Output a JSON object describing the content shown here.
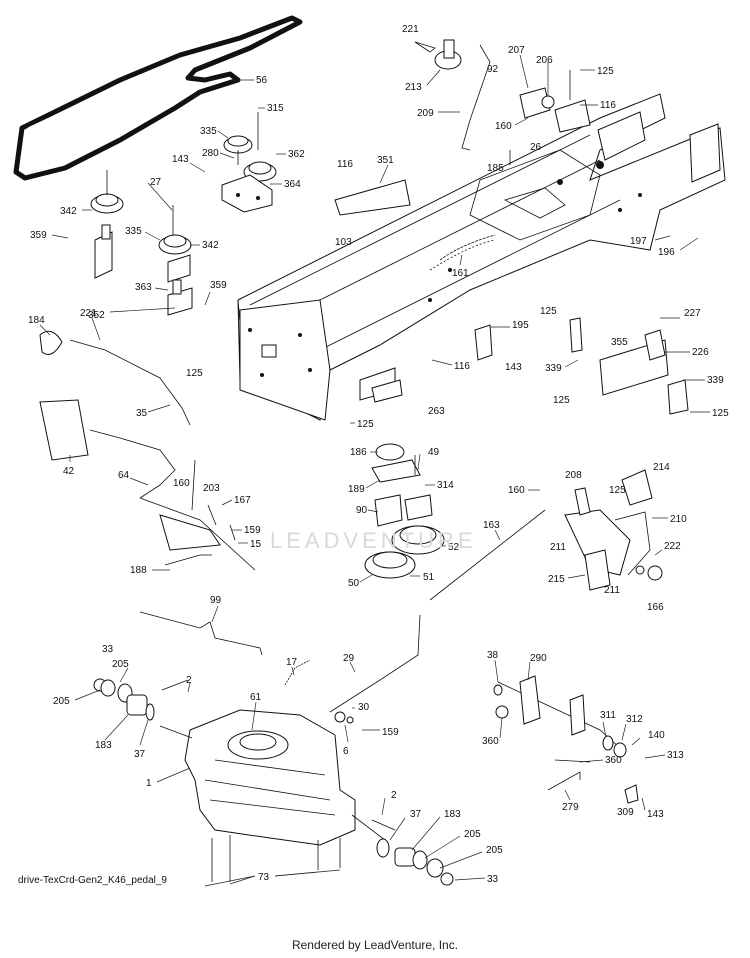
{
  "diagram": {
    "caption": "drive-TexCrd-Gen2_K46_pedal_9",
    "credit": "Rendered by LeadVenture, Inc.",
    "watermark": "LEADVENTURE",
    "callouts": [
      "56",
      "315",
      "335",
      "280",
      "362",
      "364",
      "143",
      "27",
      "342",
      "335",
      "359",
      "342",
      "363",
      "352",
      "359",
      "221",
      "213",
      "209",
      "92",
      "207",
      "206",
      "125",
      "116",
      "160",
      "26",
      "185",
      "116",
      "351",
      "103",
      "161",
      "197",
      "196",
      "125",
      "227",
      "195",
      "143",
      "116",
      "355",
      "226",
      "339",
      "125",
      "339",
      "125",
      "263",
      "125",
      "184",
      "221",
      "125",
      "35",
      "42",
      "64",
      "160",
      "203",
      "167",
      "159",
      "15",
      "188",
      "186",
      "49",
      "189",
      "314",
      "90",
      "52",
      "50",
      "51",
      "160",
      "208",
      "214",
      "125",
      "210",
      "163",
      "211",
      "222",
      "215",
      "211",
      "166",
      "99",
      "29",
      "17",
      "33",
      "205",
      "2",
      "61",
      "205",
      "183",
      "37",
      "30",
      "159",
      "6",
      "1",
      "38",
      "290",
      "360",
      "311",
      "312",
      "140",
      "313",
      "360",
      "279",
      "309",
      "143",
      "2",
      "37",
      "183",
      "205",
      "205",
      "33",
      "73"
    ]
  }
}
